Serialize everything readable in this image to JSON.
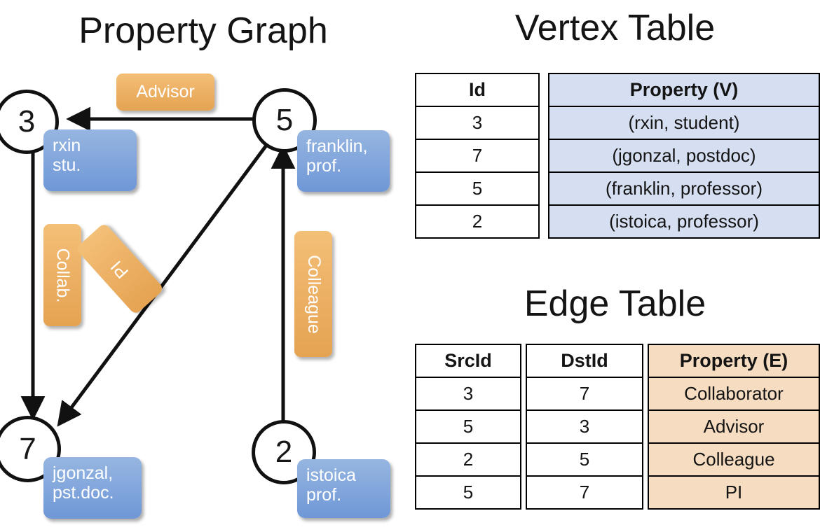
{
  "titles": {
    "property_graph": "Property Graph",
    "vertex_table": "Vertex Table",
    "edge_table": "Edge Table"
  },
  "colors": {
    "vertex_cell": "#d6dff1",
    "edge_cell": "#f6dcc0",
    "vertex_label": "#86a9dd",
    "edge_label": "#eeb368",
    "stroke": "#111111"
  },
  "graph": {
    "nodes": [
      {
        "id": "3",
        "label_line1": "rxin",
        "label_line2": "stu."
      },
      {
        "id": "5",
        "label_line1": "franklin,",
        "label_line2": "prof."
      },
      {
        "id": "7",
        "label_line1": "jgonzal,",
        "label_line2": "pst.doc."
      },
      {
        "id": "2",
        "label_line1": "istoica",
        "label_line2": "prof."
      }
    ],
    "edge_labels": [
      {
        "name": "advisor",
        "text": "Advisor"
      },
      {
        "name": "collab",
        "text": "Collab."
      },
      {
        "name": "pi",
        "text": "PI"
      },
      {
        "name": "colleague",
        "text": "Colleague"
      }
    ]
  },
  "vertex_table": {
    "headers": [
      "Id",
      "Property (V)"
    ],
    "rows": [
      {
        "id": "3",
        "property": "(rxin, student)"
      },
      {
        "id": "7",
        "property": "(jgonzal, postdoc)"
      },
      {
        "id": "5",
        "property": "(franklin, professor)"
      },
      {
        "id": "2",
        "property": "(istoica, professor)"
      }
    ]
  },
  "edge_table": {
    "headers": [
      "SrcId",
      "DstId",
      "Property (E)"
    ],
    "rows": [
      {
        "src": "3",
        "dst": "7",
        "property": "Collaborator"
      },
      {
        "src": "5",
        "dst": "3",
        "property": "Advisor"
      },
      {
        "src": "2",
        "dst": "5",
        "property": "Colleague"
      },
      {
        "src": "5",
        "dst": "7",
        "property": "PI"
      }
    ]
  }
}
